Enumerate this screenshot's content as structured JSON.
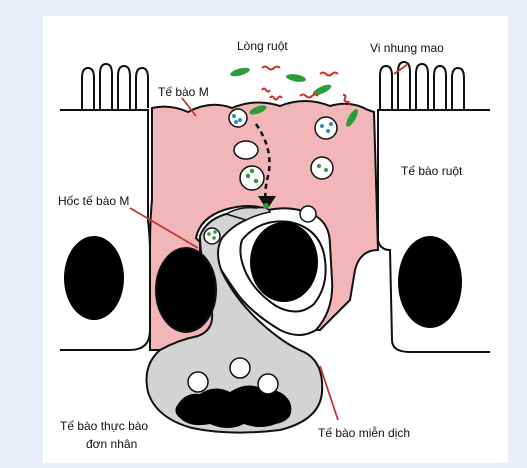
{
  "labels": {
    "long_ruot": "Lòng ruột",
    "vi_nhung_mao": "Vi nhung mao",
    "te_bao_m": "Tế bào M",
    "te_bao_ruot": "Tế bào ruột",
    "hoc_te_bao_m": "Hốc tế bào M",
    "te_bao_mien_dich": "Tế bào miễn dịch",
    "te_bao_thuc_bao_line1": "Tế bào thực bào",
    "te_bao_thuc_bao_line2": "đơn nhân"
  },
  "colors": {
    "background": "#e8edf7",
    "panel": "#ffffff",
    "m_cell": "#f2b6b8",
    "phagocyte": "#d3d3d3",
    "nucleus": "#000000",
    "bacteria_green": "#2a9d3a",
    "bacteria_red": "#d62828",
    "vesicle_dot": "#2a8fc7",
    "pointer_line": "#c0392b"
  }
}
